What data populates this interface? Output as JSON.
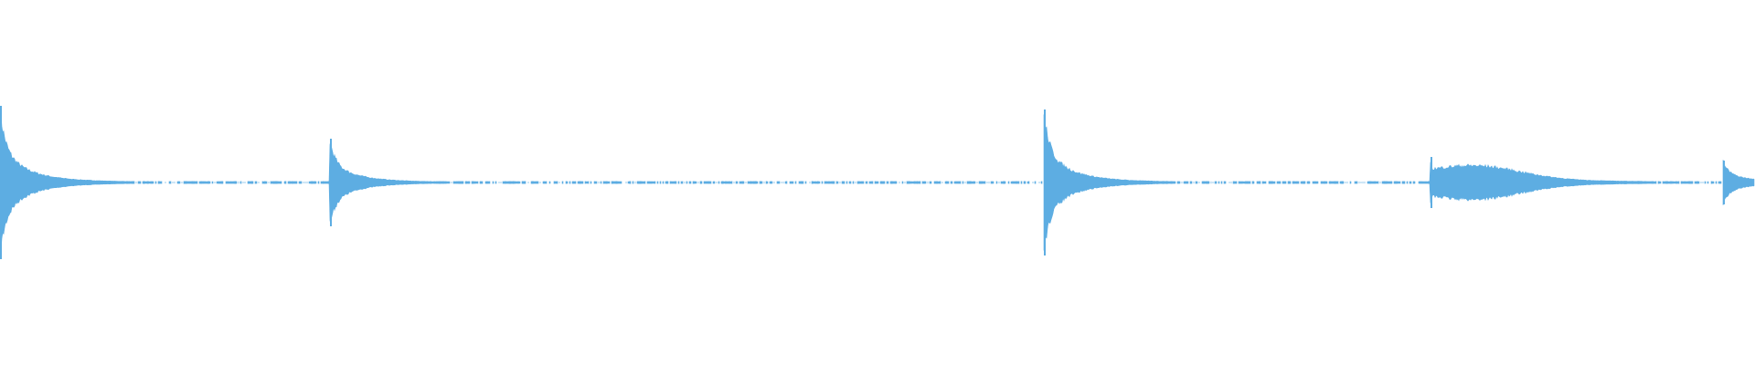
{
  "waveform": {
    "color": "#5dade2",
    "background": "#ffffff",
    "onsets": [
      {
        "at": 0.0,
        "amplitude": 0.42,
        "decay": "fast"
      },
      {
        "at": 0.188,
        "amplitude": 0.24,
        "decay": "fast"
      },
      {
        "at": 0.595,
        "amplitude": 0.4,
        "decay": "fast"
      },
      {
        "at": 0.815,
        "amplitude": 0.14,
        "decay": "swell"
      },
      {
        "at": 0.982,
        "amplitude": 0.12,
        "decay": "fast"
      }
    ]
  }
}
